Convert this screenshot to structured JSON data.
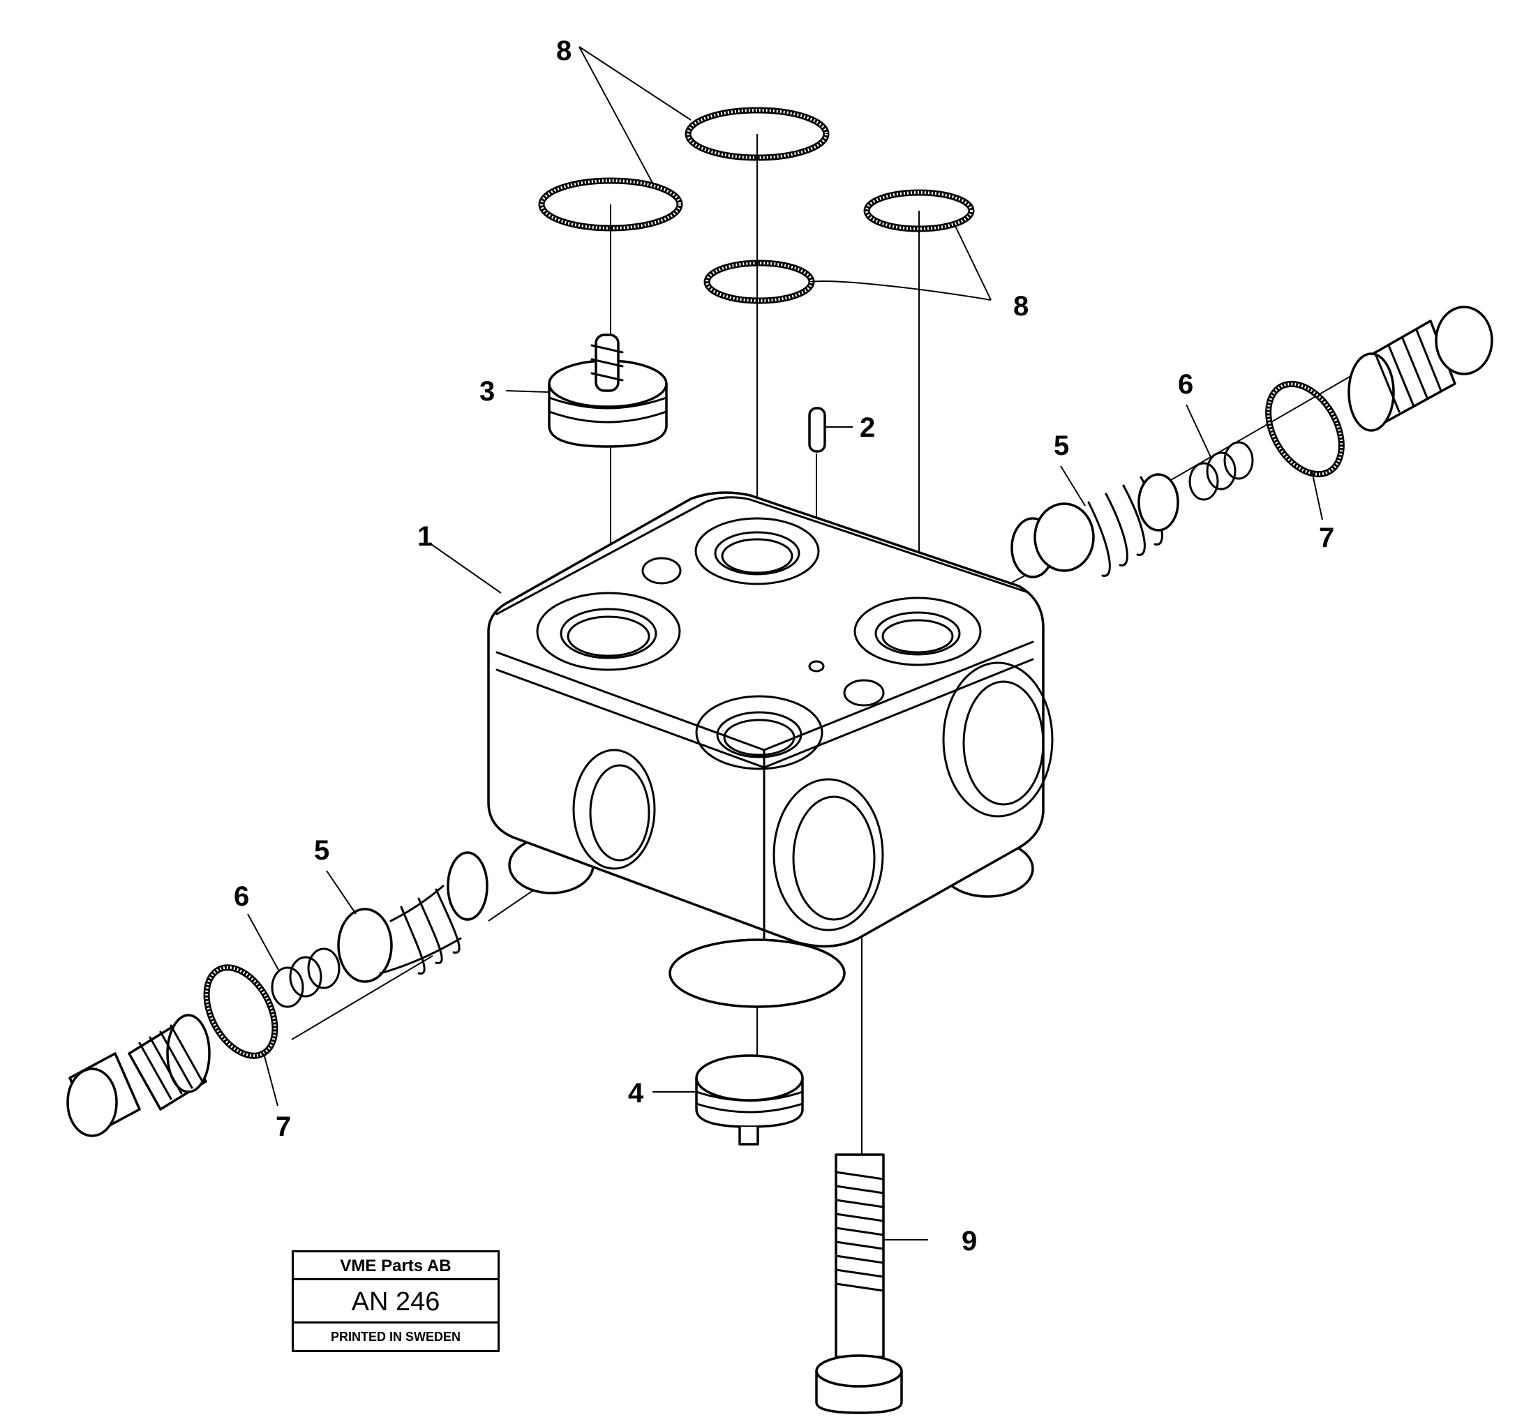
{
  "labels": {
    "l1": "1",
    "l2": "2",
    "l3": "3",
    "l4": "4",
    "l5a": "5",
    "l5b": "5",
    "l6a": "6",
    "l6b": "6",
    "l7a": "7",
    "l7b": "7",
    "l8a": "8",
    "l8b": "8",
    "l9": "9"
  },
  "stamp": {
    "company": "VME Parts AB",
    "code": "AN 246",
    "printed": "PRINTED IN SWEDEN"
  }
}
